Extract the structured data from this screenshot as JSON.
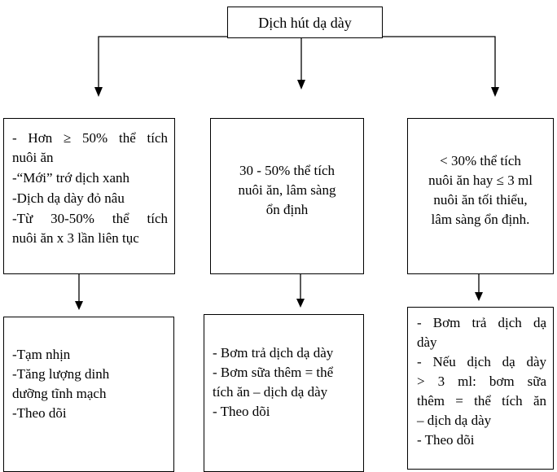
{
  "root": {
    "label": "Dịch hút dạ dày"
  },
  "conditions": {
    "left": [
      [
        "- Hơn ≥ 50% thể tích",
        "nuôi ăn"
      ],
      [
        "-“Mới” trớ dịch xanh"
      ],
      [
        "-Dịch dạ dày đỏ nâu"
      ],
      [
        "-Từ 30-50% thể tích",
        "nuôi ăn x 3 lần liên tục"
      ]
    ],
    "center": [
      "30 - 50% thể tích",
      "nuôi ăn, lâm sàng",
      "ổn định"
    ],
    "right": [
      "< 30% thể tích",
      "nuôi ăn hay ≤ 3 ml",
      "nuôi ăn tối thiểu,",
      "lâm sàng ổn định."
    ]
  },
  "actions": {
    "left": [
      "-Tạm nhịn",
      "-Tăng lượng dinh",
      "dưỡng tĩnh mạch",
      "-Theo dõi"
    ],
    "center": [
      "- Bơm trả dịch dạ dày",
      "- Bơm sữa thêm = thể",
      "tích ăn – dịch dạ dày",
      "- Theo dõi"
    ],
    "right": [
      [
        "- Bơm trả dịch dạ",
        "dày"
      ],
      [
        "- Nếu dịch dạ dày",
        "> 3 ml: bơm sữa",
        "thêm = thể tích ăn",
        "– dịch dạ dày"
      ],
      [
        "- Theo dõi"
      ]
    ]
  }
}
